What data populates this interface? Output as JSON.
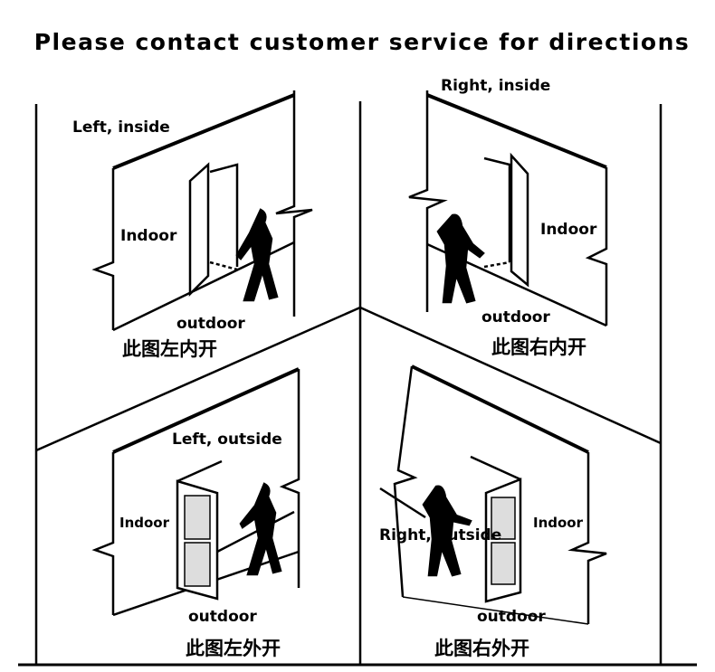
{
  "title": "Please contact customer service for directions",
  "panels": [
    {
      "corner": "Left, inside",
      "indoor": "Indoor",
      "outdoor": "outdoor",
      "caption": "此图左内开"
    },
    {
      "corner": "Right, inside",
      "indoor": "Indoor",
      "outdoor": "outdoor",
      "caption": "此图右内开"
    },
    {
      "corner": "Left, outside",
      "indoor": "Indoor",
      "outdoor": "outdoor",
      "caption": "此图左外开"
    },
    {
      "corner": "Right, outside",
      "indoor": "Indoor",
      "outdoor": "outdoor",
      "caption": "此图右外开"
    }
  ],
  "colors": {
    "ink": "#000000",
    "background": "#ffffff"
  }
}
